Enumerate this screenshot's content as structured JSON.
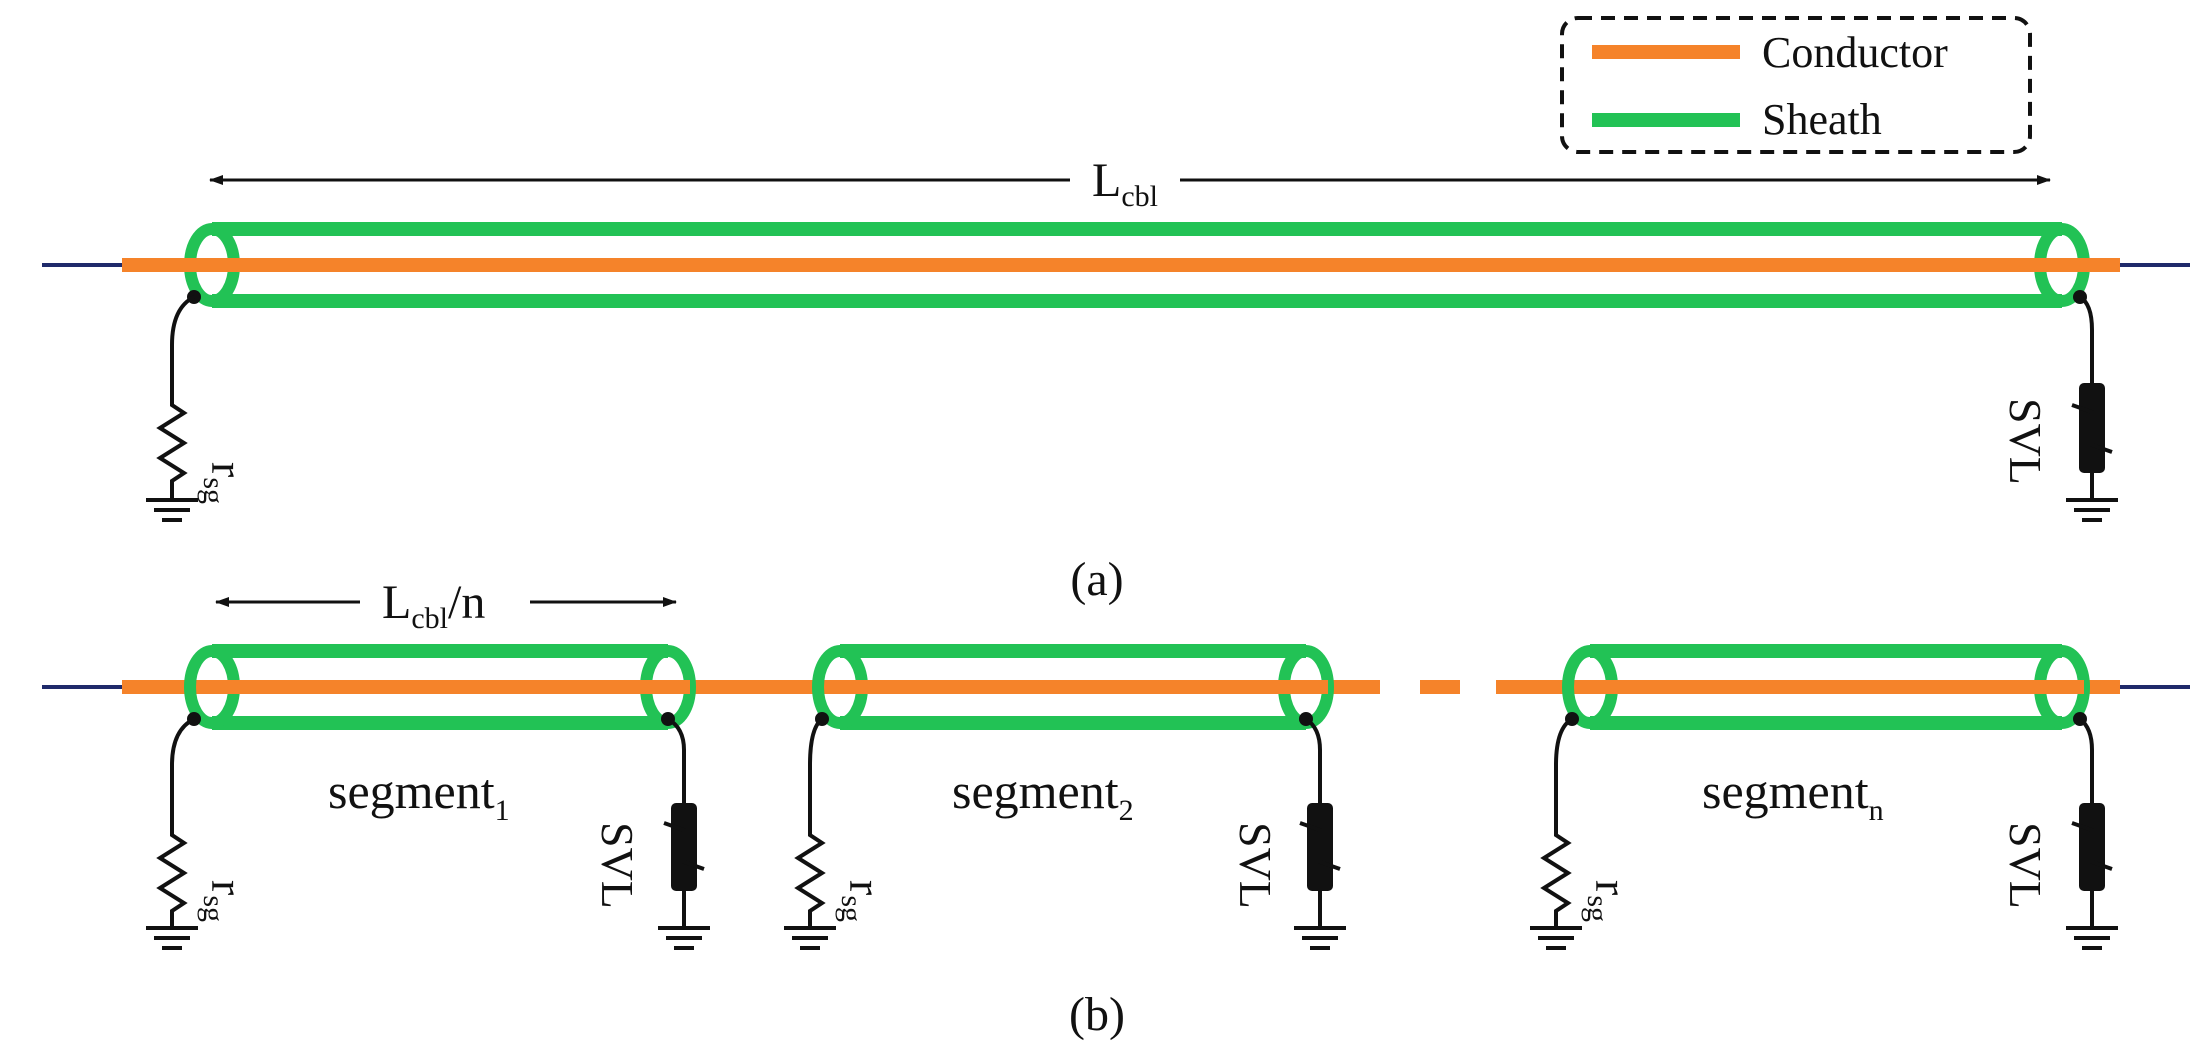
{
  "legend": {
    "conductor_label": "Conductor",
    "sheath_label": "Sheath"
  },
  "colors": {
    "conductor": "#F5832A",
    "sheath": "#22C255",
    "line": "#1F2A6B",
    "ink": "#111111"
  },
  "panel_a": {
    "length_label": "L",
    "length_sub": "cbl",
    "resistor_label": "r",
    "resistor_sub": "sg",
    "svl_label": "SVL",
    "caption": "(a)"
  },
  "panel_b": {
    "length_label": "L",
    "length_sub": "cbl",
    "length_suffix": "/n",
    "segments": [
      {
        "label": "segment",
        "sub": "1",
        "resistor_label": "r",
        "resistor_sub": "sg",
        "svl_label": "SVL"
      },
      {
        "label": "segment",
        "sub": "2",
        "resistor_label": "r",
        "resistor_sub": "sg",
        "svl_label": "SVL"
      },
      {
        "label": "segment",
        "sub": "n",
        "resistor_label": "r",
        "resistor_sub": "sg",
        "svl_label": "SVL"
      }
    ],
    "caption": "(b)"
  }
}
